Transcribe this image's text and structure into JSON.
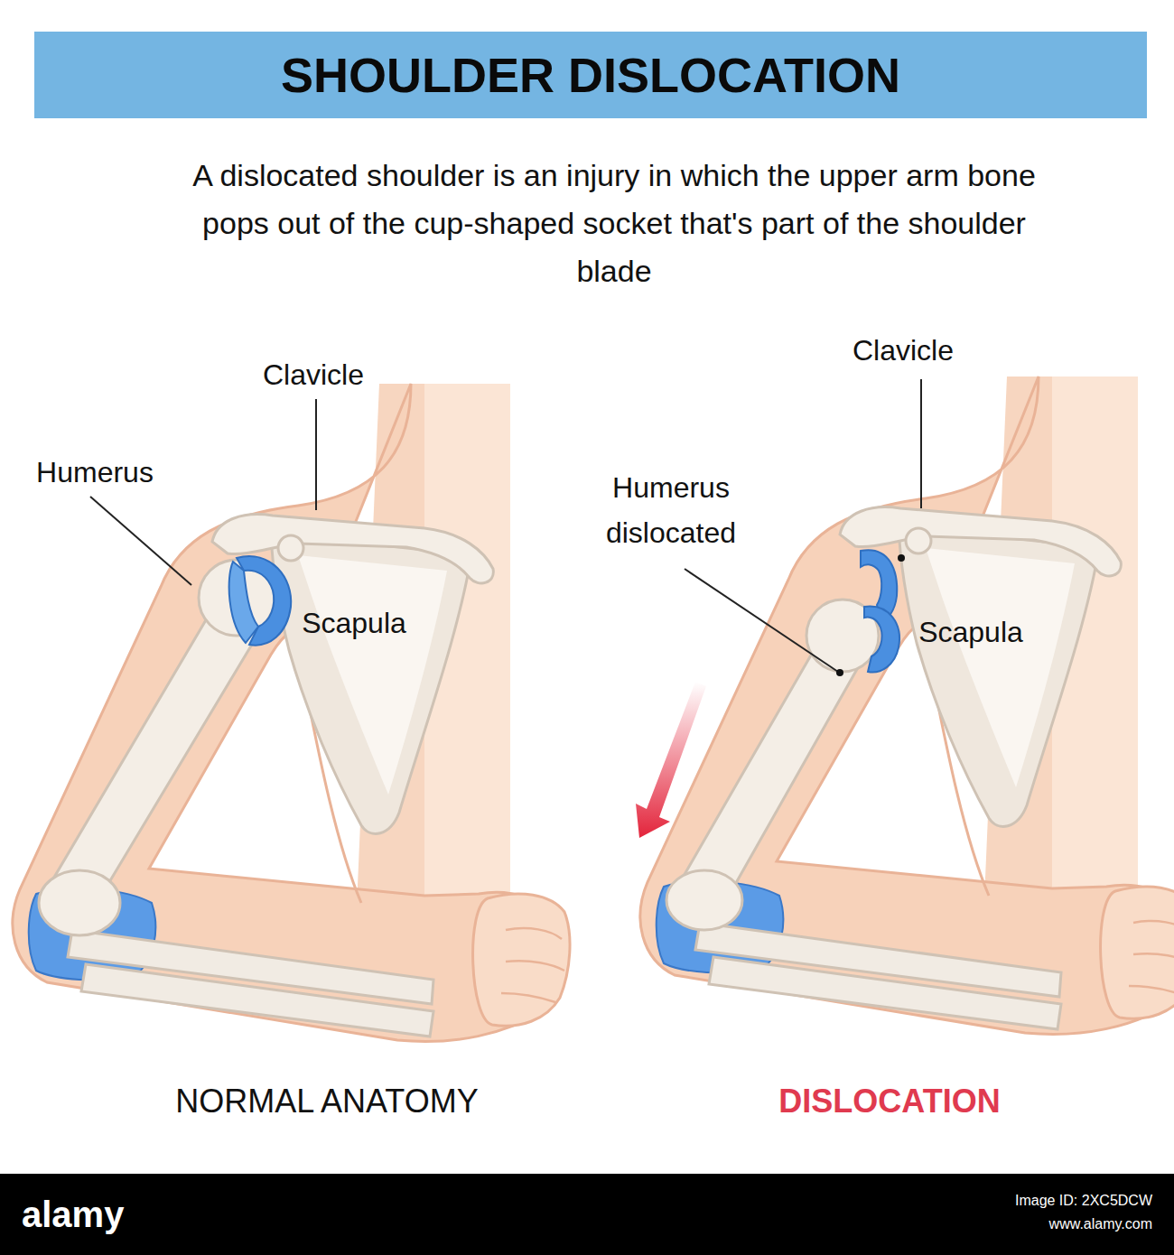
{
  "diagram": {
    "title": "SHOULDER DISLOCATION",
    "labels": [
      "A dislocated shoulder is an injury in which the upper arm bone pops out of the cup-shaped socket that's part of the shoulder blade",
      "Clavicle",
      "Humerus",
      "Scapula",
      "NORMAL ANATOMY",
      "Clavicle",
      "Humerus dislocated",
      "Scapula",
      "DISLOCATION",
      "alamy",
      "Image ID: 2XC5DCW",
      "www.alamy.com"
    ]
  }
}
